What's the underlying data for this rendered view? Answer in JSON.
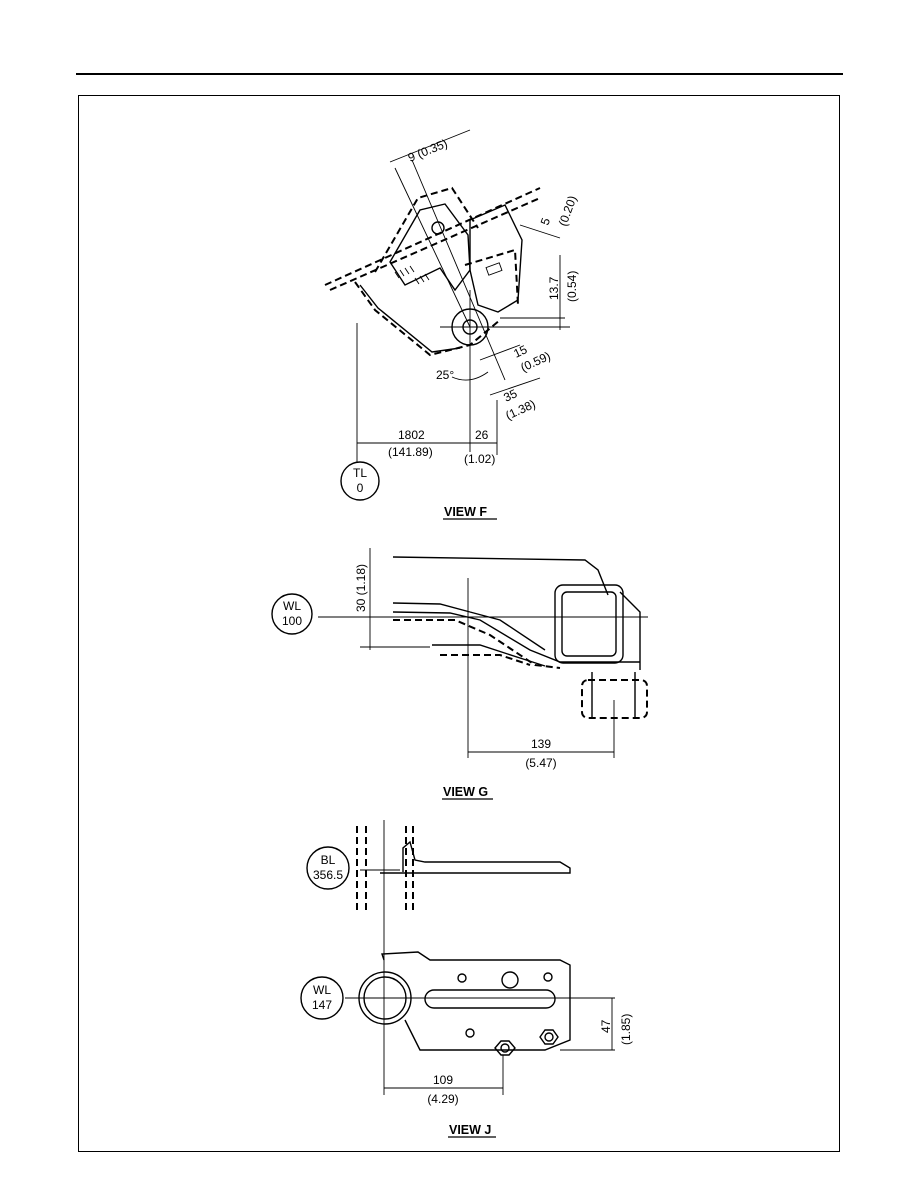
{
  "views": {
    "f": {
      "caption": "VIEW F",
      "dim_9": "9 (0.35)",
      "dim_5": "5",
      "dim_0_20": "(0.20)",
      "dim_13_7": "13.7",
      "dim_0_54": "(0.54)",
      "dim_15": "15",
      "dim_0_59": "(0.59)",
      "dim_35": "35",
      "dim_1_38": "(1.38)",
      "angle_25": "25°",
      "dim_1802": "1802",
      "dim_141_89": "(141.89)",
      "dim_26": "26",
      "dim_1_02": "(1.02)",
      "ref_line": "TL",
      "ref_value": "0"
    },
    "g": {
      "caption": "VIEW G",
      "dim_30": "30 (1.18)",
      "ref_line": "WL",
      "ref_value": "100",
      "dim_139": "139",
      "dim_5_47": "(5.47)"
    },
    "j": {
      "caption": "VIEW J",
      "bl_line": "BL",
      "bl_value": "356.5",
      "wl_line": "WL",
      "wl_value": "147",
      "dim_47": "47",
      "dim_1_85": "(1.85)",
      "dim_109": "109",
      "dim_4_29": "(4.29)"
    }
  }
}
